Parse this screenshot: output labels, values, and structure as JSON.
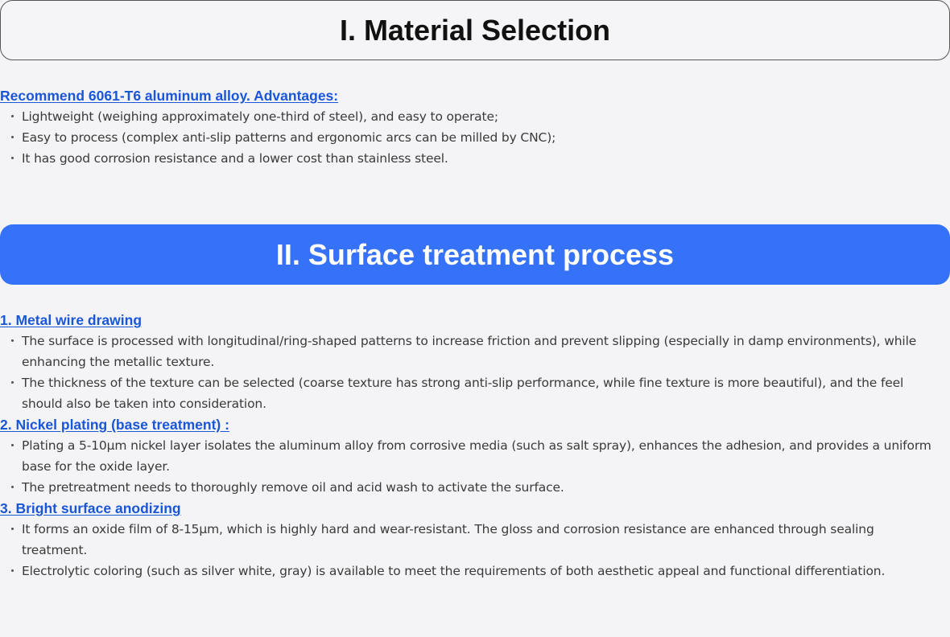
{
  "section1": {
    "title": "I. Material Selection",
    "subhead": "Recommend 6061-T6 aluminum alloy. Advantages: ",
    "bullets": [
      "Lightweight (weighing approximately one-third of steel), and easy to operate;",
      "Easy to process (complex anti-slip patterns and ergonomic arcs can be milled by CNC);",
      "It has good corrosion resistance and a lower cost than stainless steel."
    ]
  },
  "section2": {
    "title": "II. Surface treatment process",
    "groups": [
      {
        "heading": "1. Metal wire drawing ",
        "bullets": [
          "The surface is processed with longitudinal/ring-shaped patterns to increase friction and prevent slipping (especially in damp environments), while enhancing the metallic texture.",
          "The thickness of the texture can be selected (coarse texture has strong anti-slip performance, while fine texture is more beautiful), and the feel should also be taken into consideration."
        ]
      },
      {
        "heading": "2. Nickel plating (base treatment) : ",
        "bullets": [
          "Plating a 5-10μm nickel layer isolates the aluminum alloy from corrosive media (such as salt spray), enhances the adhesion, and provides a uniform base for the oxide layer.",
          "The pretreatment needs to thoroughly remove oil and acid wash to activate the surface."
        ]
      },
      {
        "heading": "3. Bright surface anodizing ",
        "bullets": [
          "It forms an oxide film of 8-15μm, which is highly hard and wear-resistant. The gloss and corrosion resistance are enhanced through sealing treatment.",
          "Electrolytic coloring (such as silver white, gray) is available to meet the requirements of both aesthetic appeal and functional differentiation."
        ]
      }
    ]
  },
  "bullet_glyph": "・",
  "colors": {
    "background": "#f4f4f6",
    "accent_blue": "#3672f7",
    "link_blue": "#1a56d8",
    "body_text": "#3a3a3a"
  }
}
